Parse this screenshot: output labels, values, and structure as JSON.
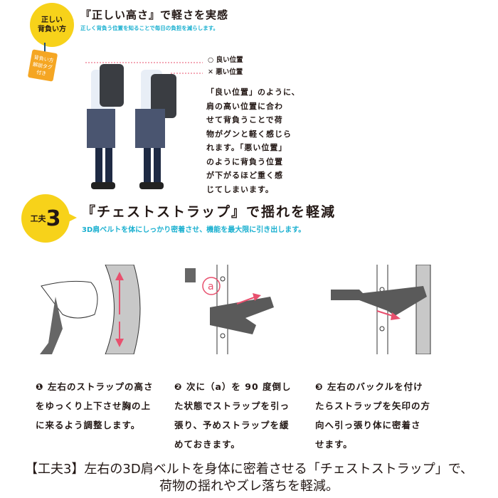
{
  "section_height": {
    "badge": "正しい\n背負い方",
    "tag": "背負い方\n解説タグ\n付き",
    "title": "『正しい高さ』で軽さを実感",
    "subtitle": "正しく背負う位置を知ることで毎日の負担を減らします。",
    "legend": [
      {
        "symbol": "○",
        "label": "良い位置"
      },
      {
        "symbol": "✕",
        "label": "悪い位置"
      }
    ],
    "description_lines": [
      "「良い位置」のように、",
      "肩の高い位置に合わ",
      "せて背負うことで荷",
      "物がグンと軽く感じら",
      "れます。「悪い位置」",
      "のように背負う位置",
      "が下がるほど重く感",
      "じてしまいます。"
    ]
  },
  "section_strap": {
    "badge_label": "工夫",
    "badge_number": "3",
    "title": "『チェストストラップ』で揺れを軽減",
    "subtitle": "3D肩ベルトを体にしっかり密着させ、機能を最大限に引き出します。",
    "illustration_label_a": "a",
    "steps": [
      {
        "number": "❶",
        "lines": [
          "左右のストラップの高さ",
          "をゆっくり上下させ胸の上",
          "に来るよう調整します。"
        ]
      },
      {
        "number": "❷",
        "lines": [
          "次に（a）を 90 度倒し",
          "た状態でストラップを引っ",
          "張り、予めストラップを緩",
          "めておきます。"
        ]
      },
      {
        "number": "❸",
        "lines": [
          "左右のバックルを付け",
          "たらストラップを矢印の方",
          "向へ引っ張り体に密着さ",
          "せます。"
        ]
      }
    ]
  },
  "footer": {
    "line1": "【工夫3】左右の3D肩ベルトを身体に密着させる「チェストストラップ」で、",
    "line2": "荷物の揺れやズレ落ちを軽減。"
  },
  "colors": {
    "yellow": "#f7d21a",
    "orange": "#f5a623",
    "cyan": "#1ab0d0",
    "pink": "#e8506e",
    "strap": "#5a5a5a"
  }
}
